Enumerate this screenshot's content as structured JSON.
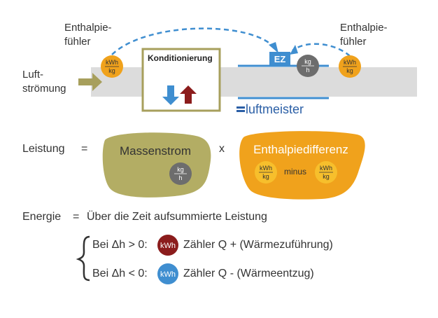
{
  "top": {
    "left_sensor_label_1": "Enthalpie-",
    "left_sensor_label_2": "fühler",
    "right_sensor_label_1": "Enthalpie-",
    "right_sensor_label_2": "fühler",
    "airflow_label_1": "Luft-",
    "airflow_label_2": "strömung",
    "conditioning_label": "Konditionierung",
    "counter_label": "EZ",
    "brand": "luftmeister",
    "unit_kwh_num": "kWh",
    "unit_kwh_den": "kg",
    "unit_kg_num": "kg",
    "unit_kg_den": "h"
  },
  "formula": {
    "leistung": "Leistung",
    "equals": "=",
    "times": "x",
    "massenstrom": "Massenstrom",
    "enthalpiedifferenz": "Enthalpiedifferenz",
    "minus": "minus"
  },
  "energy": {
    "label": "Energie",
    "equals": "=",
    "definition": "Über die Zeit aufsummierte Leistung",
    "case_pos_condition": "Bei Δh > 0:",
    "case_pos_badge": "kWh",
    "case_pos_text": "Zähler Q + (Wärmezuführung)",
    "case_neg_condition": "Bei Δh < 0:",
    "case_neg_badge": "kWh",
    "case_neg_text": "Zähler Q - (Wärmeentzug)"
  },
  "colors": {
    "orange": "#f0a21c",
    "olive": "#b3ad64",
    "blue": "#3f8ed0",
    "darkred": "#8b1c1c",
    "grey": "#6d6d6d",
    "duct": "#dcdcdc"
  }
}
